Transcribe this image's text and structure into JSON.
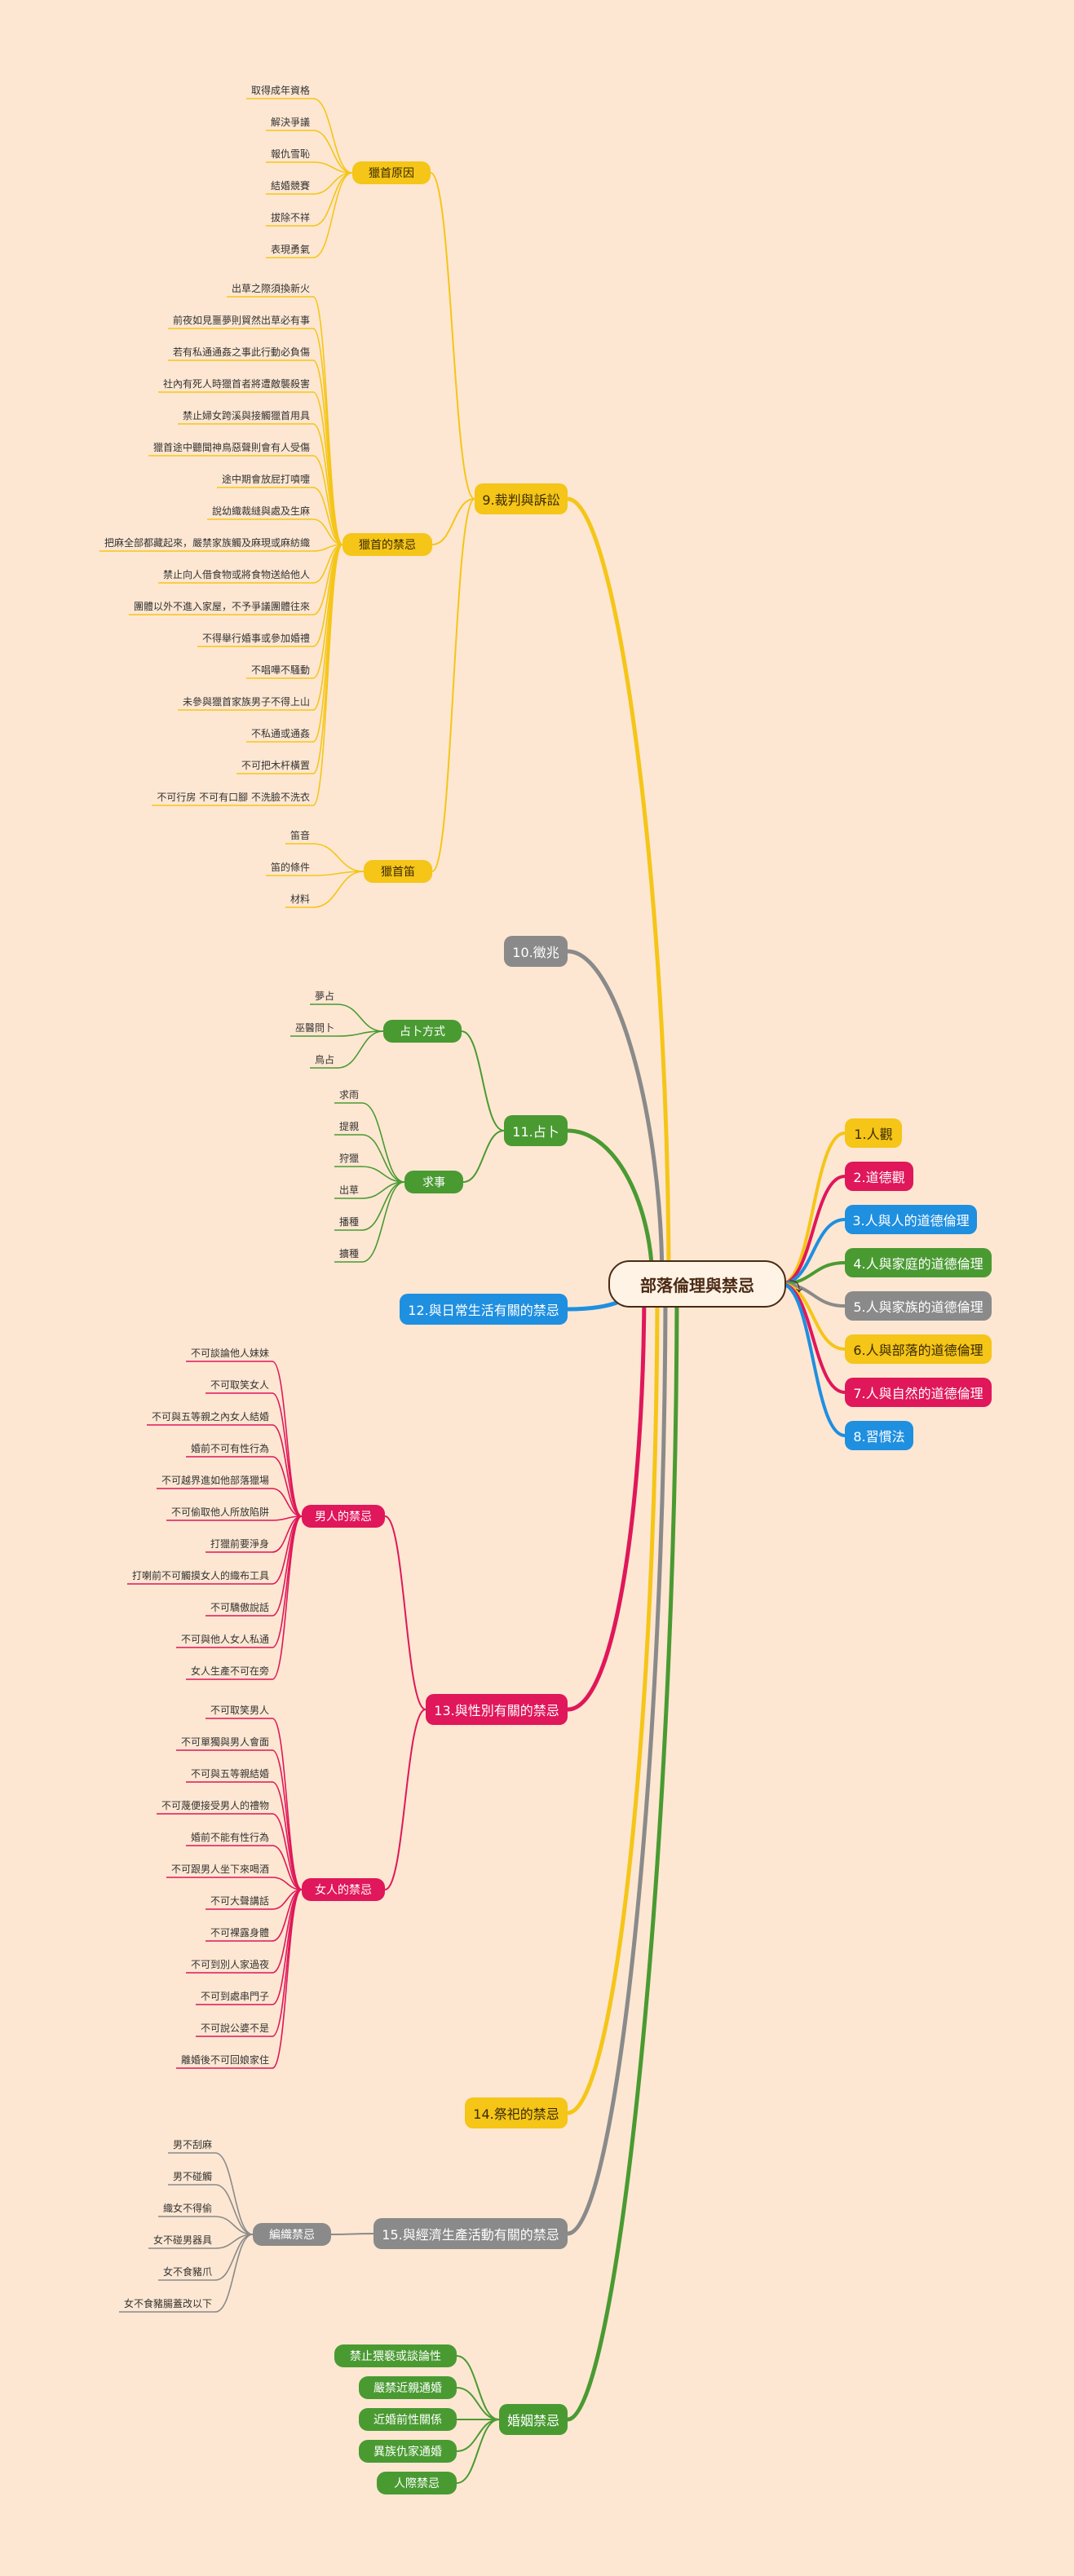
{
  "root": "部落倫理與禁忌",
  "colors": {
    "yellow": "#f5c518",
    "red": "#e0175a",
    "blue": "#1f8fe0",
    "green": "#4a9a32",
    "gray": "#8a8a8a"
  },
  "right_branches": [
    {
      "label": "1.人觀",
      "color": "yellow"
    },
    {
      "label": "2.道德觀",
      "color": "red"
    },
    {
      "label": "3.人與人的道德倫理",
      "color": "blue"
    },
    {
      "label": "4.人與家庭的道德倫理",
      "color": "green"
    },
    {
      "label": "5.人與家族的道德倫理",
      "color": "gray"
    },
    {
      "label": "6.人與部落的道德倫理",
      "color": "yellow"
    },
    {
      "label": "7.人與自然的道德倫理",
      "color": "red"
    },
    {
      "label": "8.習慣法",
      "color": "blue"
    }
  ],
  "left_branches": {
    "b9": {
      "label": "9.裁判與訴訟",
      "color": "yellow",
      "subs": [
        {
          "label": "獵首原因",
          "leaves": [
            "取得成年資格",
            "解決爭議",
            "報仇雪恥",
            "結婚競賽",
            "拔除不祥",
            "表現勇氣"
          ]
        },
        {
          "label": "獵首的禁忌",
          "leaves": [
            "出草之際須換新火",
            "前夜如見噩夢則貿然出草必有事",
            "若有私通通姦之事此行動必負傷",
            "社內有死人時獵首者將遭敵襲殺害",
            "禁止婦女跨溪與接觸獵首用具",
            "獵首途中聽聞神鳥惡聲則會有人受傷",
            "途中期會放屁打噴嚏",
            "說幼織裁縫與處及生麻",
            "把麻全部都藏起來，嚴禁家族觸及麻現或麻紡織",
            "禁止向人借食物或將食物送給他人",
            "團體以外不進入家屋，不予爭議團體往來",
            "不得舉行婚事或參加婚禮",
            "不唱嘩不騷動",
            "未參與獵首家族男子不得上山",
            "不私通或通姦",
            "不可把木杆橫置",
            "不可行房 不可有口腳 不洗臉不洗衣"
          ]
        },
        {
          "label": "獵首笛",
          "leaves": [
            "笛音",
            "笛的條件",
            "材料"
          ]
        }
      ]
    },
    "b10": {
      "label": "10.徵兆",
      "color": "gray"
    },
    "b11": {
      "label": "11.占卜",
      "color": "green",
      "subs": [
        {
          "label": "占卜方式",
          "leaves": [
            "夢占",
            "巫醫問卜",
            "鳥占"
          ]
        },
        {
          "label": "求事",
          "leaves": [
            "求雨",
            "提親",
            "狩獵",
            "出草",
            "播種",
            "擴種"
          ]
        }
      ]
    },
    "b12": {
      "label": "12.與日常生活有關的禁忌",
      "color": "blue"
    },
    "b13": {
      "label": "13.與性別有關的禁忌",
      "color": "red",
      "subs": [
        {
          "label": "男人的禁忌",
          "leaves": [
            "不可談論他人妹妹",
            "不可取笑女人",
            "不可與五等親之內女人結婚",
            "婚前不可有性行為",
            "不可越界進如他部落獵場",
            "不可偷取他人所放陷阱",
            "打獵前要淨身",
            "打喇前不可觸摸女人的織布工具",
            "不可驕傲說話",
            "不可與他人女人私通",
            "女人生產不可在旁"
          ]
        },
        {
          "label": "女人的禁忌",
          "leaves": [
            "不可取笑男人",
            "不可單獨與男人會面",
            "不可與五等親結婚",
            "不可蔑便接受男人的禮物",
            "婚前不能有性行為",
            "不可跟男人坐下來喝酒",
            "不可大聲講話",
            "不可裸露身體",
            "不可到別人家過夜",
            "不可到處串門子",
            "不可說公婆不是",
            "離婚後不可回娘家住"
          ]
        }
      ]
    },
    "b14": {
      "label": "14.祭祀的禁忌",
      "color": "yellow"
    },
    "b15": {
      "label": "15.與經濟生產活動有關的禁忌",
      "color": "gray",
      "subs": [
        {
          "label": "編織禁忌",
          "leaves": [
            "男不刮麻",
            "男不碰觸",
            "織女不得偷",
            "女不碰男器具",
            "女不食豬爪",
            "女不食豬腸蓋改以下"
          ]
        }
      ]
    },
    "marriage": {
      "label": "婚姻禁忌",
      "color": "green",
      "subs": [
        "禁止猥褻或談論性",
        "嚴禁近親通婚",
        "近婚前性關係",
        "異族仇家通婚",
        "人際禁忌"
      ]
    }
  }
}
